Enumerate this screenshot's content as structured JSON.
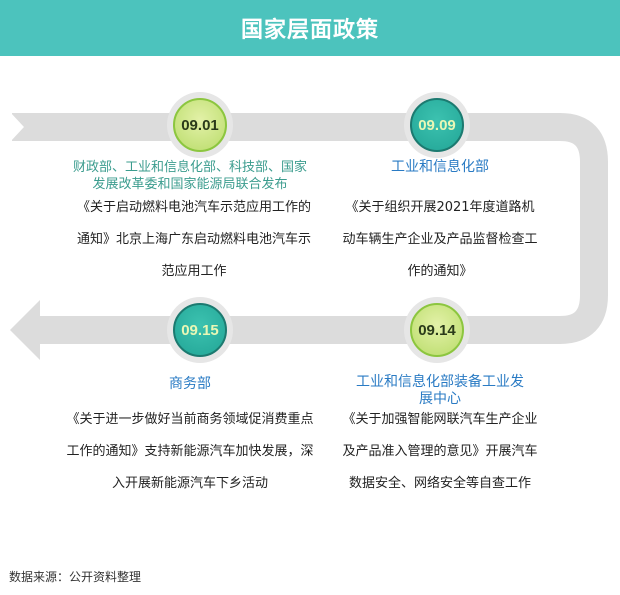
{
  "title": "国家层面政策",
  "colors": {
    "header": "#4cc3bd",
    "org_teal": "#3b9c8e",
    "org_blue": "#2a7bc4",
    "track": "#dcdcdc"
  },
  "items": [
    {
      "date": "09.01",
      "org": "财政部、工业和信息化部、科技部、国家发展改革委和国家能源局联合发布",
      "body": "《关于启动燃料电池汽车示范应用工作的通知》北京上海广东启动燃料电池汽车示范应用工作"
    },
    {
      "date": "09.09",
      "org": "工业和信息化部",
      "body": "《关于组织开展2021年度道路机动车辆生产企业及产品监督检查工作的通知》"
    },
    {
      "date": "09.15",
      "org": "商务部",
      "body": "《关于进一步做好当前商务领域促消费重点工作的通知》支持新能源汽车加快发展，深入开展新能源汽车下乡活动"
    },
    {
      "date": "09.14",
      "org": "工业和信息化部装备工业发展中心",
      "body": "《关于加强智能网联汽车生产企业及产品准入管理的意见》开展汽车数据安全、网络安全等自查工作"
    }
  ],
  "source": "数据来源：公开资料整理"
}
